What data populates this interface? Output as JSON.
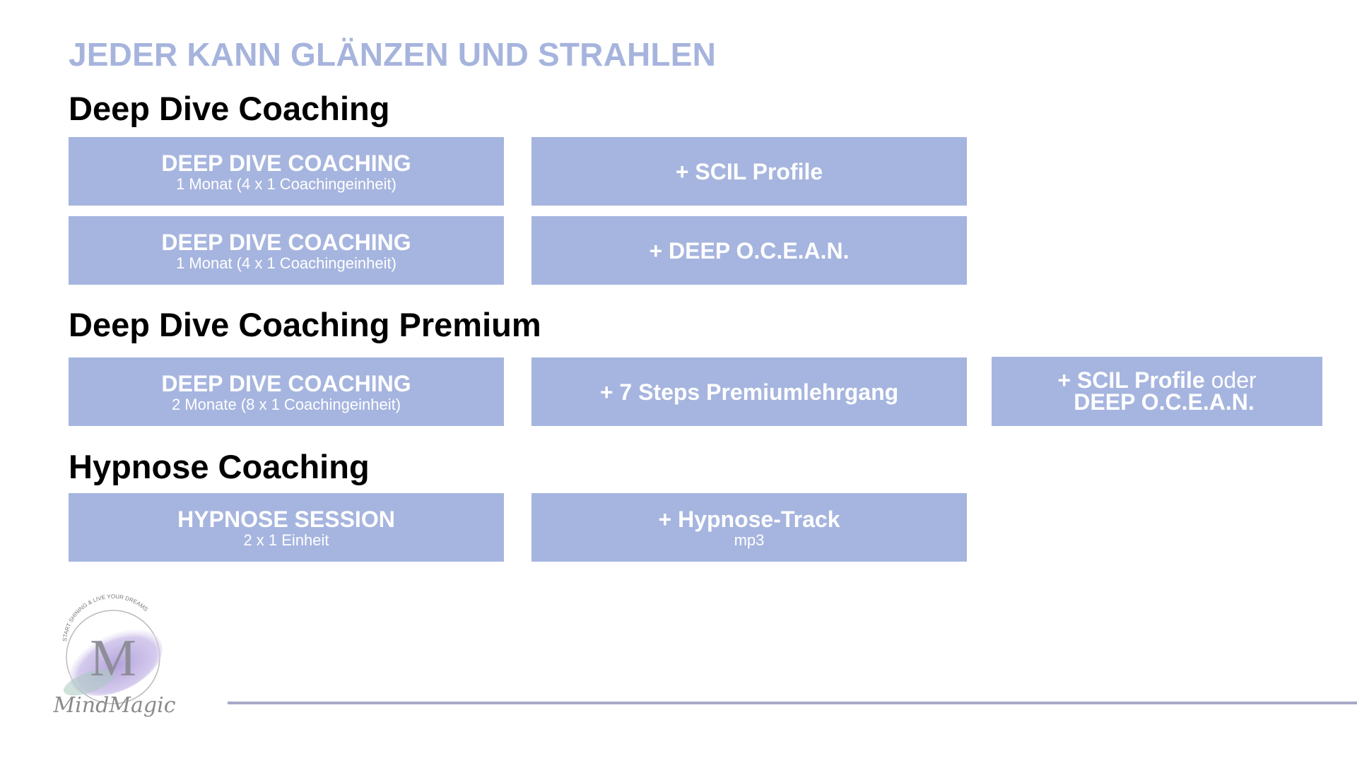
{
  "slide": {
    "kicker": "JEDER KANN GLÄNZEN UND STRAHLEN",
    "sections": [
      {
        "title": "Deep Dive Coaching",
        "rows": [
          {
            "left": {
              "main": "DEEP DIVE COACHING",
              "sub": "1 Monat (4 x 1 Coachingeinheit)"
            },
            "right": {
              "main": "+ SCIL Profile"
            }
          },
          {
            "left": {
              "main": "DEEP DIVE COACHING",
              "sub": "1 Monat (4 x 1 Coachingeinheit)"
            },
            "right": {
              "main": "+ DEEP O.C.E.A.N."
            }
          }
        ]
      },
      {
        "title": "Deep Dive Coaching Premium",
        "rows": [
          {
            "left": {
              "main": "DEEP DIVE COACHING",
              "sub": "2 Monate (8 x 1 Coachingeinheit)"
            },
            "right": {
              "main": "+ 7 Steps Premiumlehrgang"
            },
            "extra": {
              "line1_bold": "+ SCIL Profile",
              "line1_light": "oder",
              "line2": "DEEP O.C.E.A.N."
            }
          }
        ]
      },
      {
        "title": "Hypnose Coaching",
        "rows": [
          {
            "left": {
              "main": "HYPNOSE SESSION",
              "sub": "2 x 1 Einheit"
            },
            "right": {
              "main": "+ Hypnose-Track",
              "sub": "mp3"
            }
          }
        ]
      }
    ]
  },
  "logo": {
    "ring_text": "START SHINING & LIVE YOUR DREAMS",
    "monogram": "M",
    "wordmark": "MindMagic"
  },
  "colors": {
    "accent": "#a6b5df",
    "kicker": "#a6b4dd",
    "divider": "#a9a9c6"
  }
}
